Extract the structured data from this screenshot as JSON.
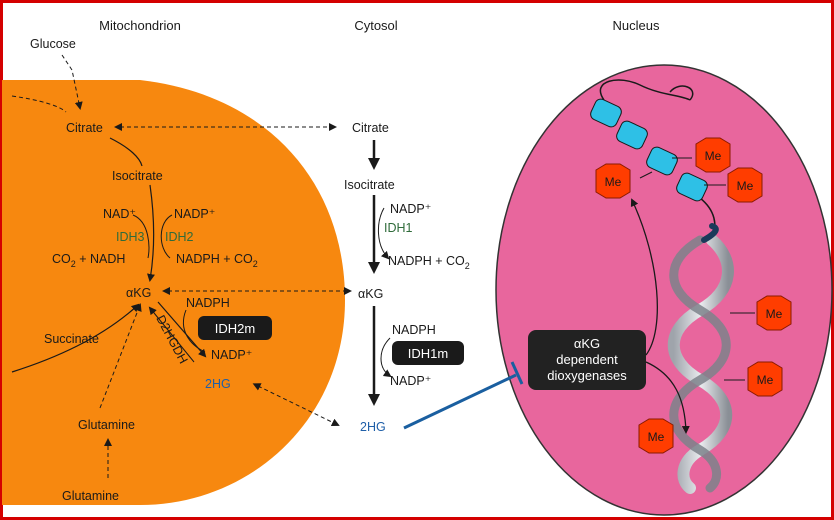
{
  "headers": {
    "mitochondrion": "Mitochondrion",
    "cytosol": "Cytosol",
    "nucleus": "Nucleus"
  },
  "mito": {
    "glucose": "Glucose",
    "citrate": "Citrate",
    "isocitrate": "Isocitrate",
    "nad_plus": "NAD⁺",
    "nadp_plus": "NADP⁺",
    "idh3": "IDH3",
    "idh2": "IDH2",
    "co2_nadh": "CO",
    "co2_nadh_sub": "2",
    "co2_nadh_tail": " + NADH",
    "nadph_co2": "NADPH + CO",
    "nadph_co2_sub": "2",
    "akg": "αKG",
    "nadph": "NADPH",
    "idh2m": "IDH2m",
    "d2hgdh": "D2HGDH",
    "nadp_plus2": "NADP⁺",
    "succinate": "Succinate",
    "twohg": "2HG",
    "glutamine_in": "Glutamine",
    "glutamine_out": "Glutamine"
  },
  "cytosol": {
    "citrate": "Citrate",
    "isocitrate": "Isocitrate",
    "nadp_plus": "NADP⁺",
    "idh1": "IDH1",
    "nadph_co2": "NADPH + CO",
    "nadph_co2_sub": "2",
    "akg": "αKG",
    "nadph": "NADPH",
    "idh1m": "IDH1m",
    "nadp_plus2": "NADP⁺",
    "twohg": "2HG"
  },
  "nucleus": {
    "enzyme_line1": "αKG",
    "enzyme_line2": "dependent",
    "enzyme_line3": "dioxygenases",
    "me": "Me"
  },
  "colors": {
    "mitochondrion": "#f7880f",
    "nucleus": "#e8669d",
    "me_hex": "#ff3d00",
    "nucleosome": "#2ec0e6",
    "inhibition": "#1a5fa0",
    "frame": "#d40000"
  }
}
